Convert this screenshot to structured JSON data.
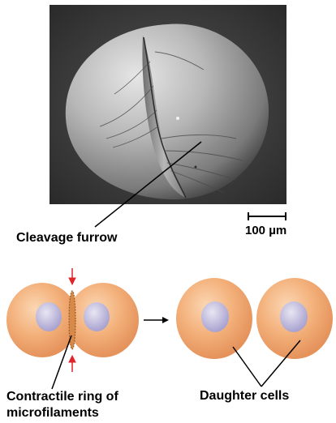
{
  "figure": {
    "micrograph": {
      "icon": "sem-dividing-egg-image",
      "scale_bar_label": "100 µm"
    },
    "labels": {
      "cleavage_furrow": "Cleavage furrow",
      "contractile_ring_line1": "Contractile ring of",
      "contractile_ring_line2": "microfilaments",
      "daughter_cells": "Daughter cells"
    },
    "colors": {
      "cell_fill": "#f0a86a",
      "nucleus_fill": "#b9b3d8",
      "arrow_red": "#e0242a",
      "micrograph_bg": "#3a3a3a"
    }
  }
}
